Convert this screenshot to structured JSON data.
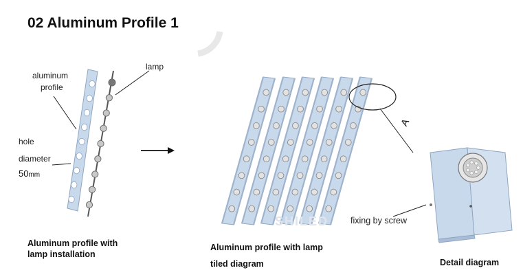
{
  "title": "02  Aluminum Profile 1",
  "labels": {
    "aluminum_profile": [
      "aluminum",
      "profile"
    ],
    "lamp": "lamp",
    "hole": "hole",
    "diameter": "diameter",
    "hole_size_value": "50",
    "hole_size_unit": "mm",
    "detail_marker": "A",
    "fixing": "fixing by screw"
  },
  "captions": {
    "installation": [
      "Aluminum profile with",
      "lamp installation"
    ],
    "tiled": [
      "Aluminum profile with lamp",
      "tiled diagram"
    ],
    "detail": "Detail diagram"
  },
  "watermark": "SHILED",
  "colors": {
    "profile_fill": "#c9d9ec",
    "profile_edge": "#8ea6c2",
    "lamp_fill": "#c8c8c8",
    "lamp_edge": "#6d6d6d",
    "line": "#222222"
  }
}
